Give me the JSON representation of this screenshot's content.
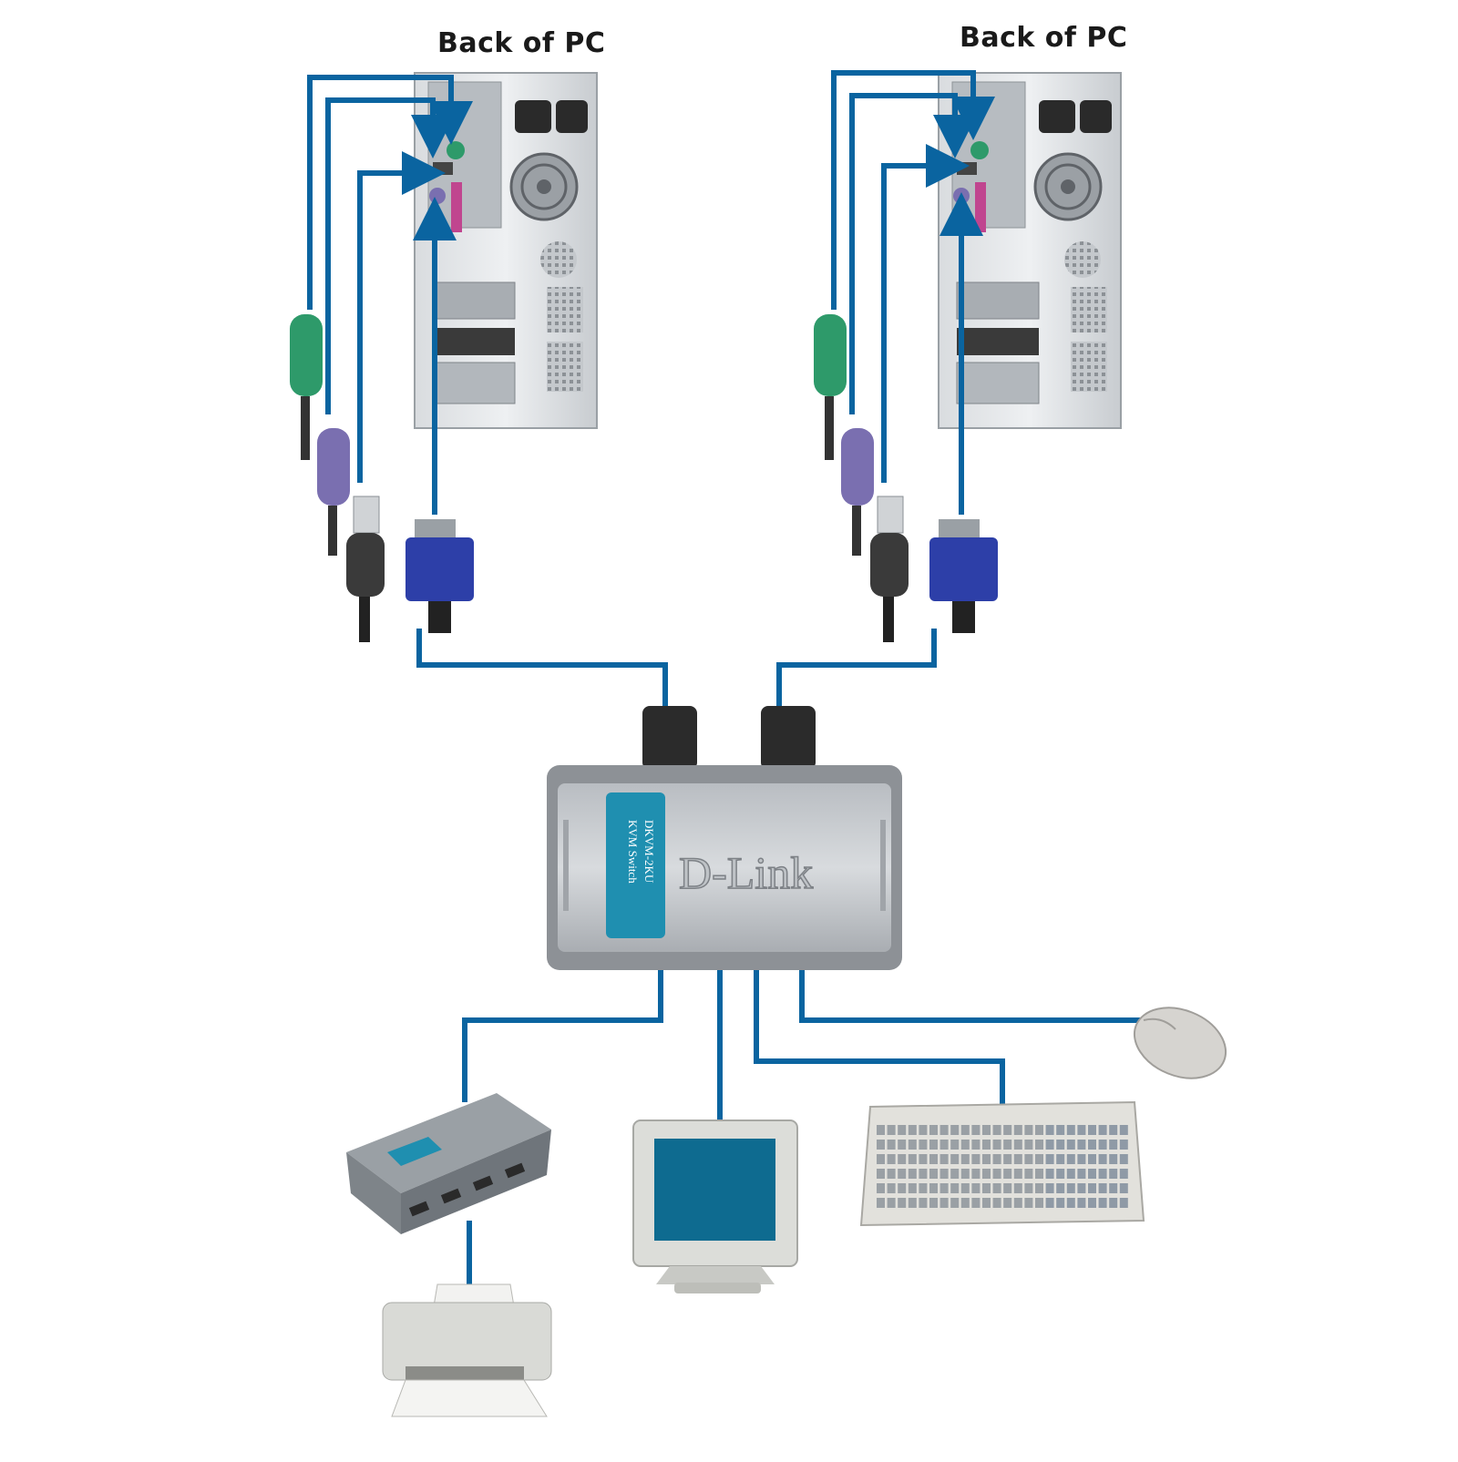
{
  "labels": {
    "pc_left": "Back of PC",
    "pc_right": "Back of PC",
    "switch_brand": "D-Link",
    "switch_model_line1": "KVM Switch",
    "switch_model_line2": "DKVM-2KU"
  },
  "colors": {
    "cable": "#0a64a0",
    "ps2_keyboard": "#7a6fb0",
    "ps2_mouse": "#2e9a6a",
    "vga": "#2d3fa8",
    "usb": "#3a3a3a",
    "switch_label": "#1f8fb0"
  },
  "icons": {
    "pc": "pc-tower-icon",
    "switch": "kvm-switch-icon",
    "hub": "usb-hub-icon",
    "printer": "printer-icon",
    "monitor": "monitor-icon",
    "keyboard": "keyboard-icon",
    "mouse": "mouse-icon"
  }
}
